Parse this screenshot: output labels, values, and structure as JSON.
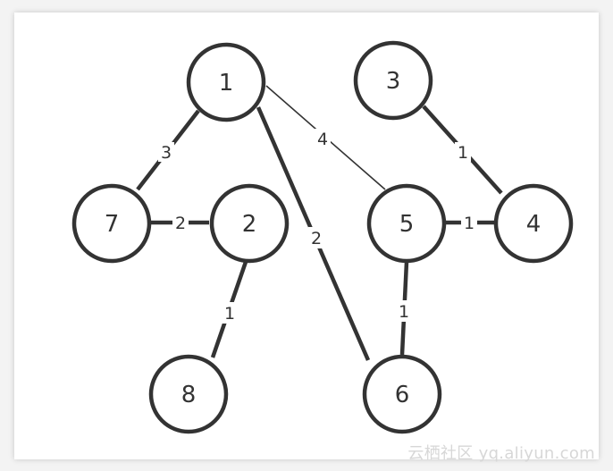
{
  "nodes": [
    {
      "id": "1",
      "label": "1"
    },
    {
      "id": "3",
      "label": "3"
    },
    {
      "id": "7",
      "label": "7"
    },
    {
      "id": "2",
      "label": "2"
    },
    {
      "id": "5",
      "label": "5"
    },
    {
      "id": "4",
      "label": "4"
    },
    {
      "id": "8",
      "label": "8"
    },
    {
      "id": "6",
      "label": "6"
    }
  ],
  "edges": [
    {
      "from": "1",
      "to": "7",
      "weight": "3"
    },
    {
      "from": "1",
      "to": "5",
      "weight": "4"
    },
    {
      "from": "1",
      "to": "6",
      "weight": "2"
    },
    {
      "from": "3",
      "to": "4",
      "weight": "1"
    },
    {
      "from": "7",
      "to": "2",
      "weight": "2"
    },
    {
      "from": "5",
      "to": "4",
      "weight": "1"
    },
    {
      "from": "2",
      "to": "8",
      "weight": "1"
    },
    {
      "from": "5",
      "to": "6",
      "weight": "1"
    }
  ],
  "watermark": "云栖社区 yq.aliyun.com",
  "colors": {
    "stroke": "#333333",
    "background": "#ffffff"
  }
}
